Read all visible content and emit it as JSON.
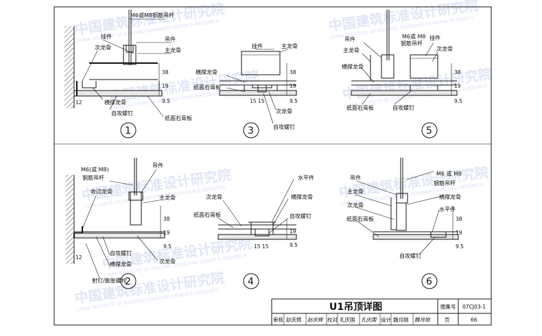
{
  "labels": {
    "rod_m6_m8_bar": "M6或M8钢筋吊杆",
    "hanger": "吊件",
    "clip": "挂件",
    "secondary_keel": "次龙骨",
    "main_keel": "主龙骨",
    "cross_keel": "横撑龙骨",
    "tapping_screw": "自攻螺钉",
    "gypsum_board": "纸面石膏板",
    "rod_m6_m8_short": "M6或 M8",
    "steel_rod": "钢筋吊杆",
    "rod_m6_paren": "M6(或 M8)",
    "edge_keel": "收边龙骨",
    "horizontal_piece": "水平件",
    "nail_bolt": "射钉/膨胀螺栓",
    "rod_m6_spaced": "M6 或 M8"
  },
  "dims": {
    "d38": "38",
    "d19": "19",
    "d95": "9.5",
    "d12": "12",
    "d1515": "15 15"
  },
  "panels": {
    "p1": "1",
    "p2": "2",
    "p3": "3",
    "p4": "4",
    "p5": "5",
    "p6": "6"
  },
  "title_block": {
    "title": "U1吊顶详图",
    "atlas_label": "图集号",
    "atlas_no": "07CJ03-1",
    "review": "审核",
    "reviewer": "赵庆辉",
    "check": "校对",
    "checker": "孔庆国",
    "design": "设计",
    "designer": "魏月刚",
    "page_label": "页",
    "page_no": "66"
  },
  "watermark": {
    "cn": "中国建筑标准设计研究院",
    "en": "CHINA INSTITUTE OF BUILDING STANDARD DESIGN & RESEARCH"
  }
}
